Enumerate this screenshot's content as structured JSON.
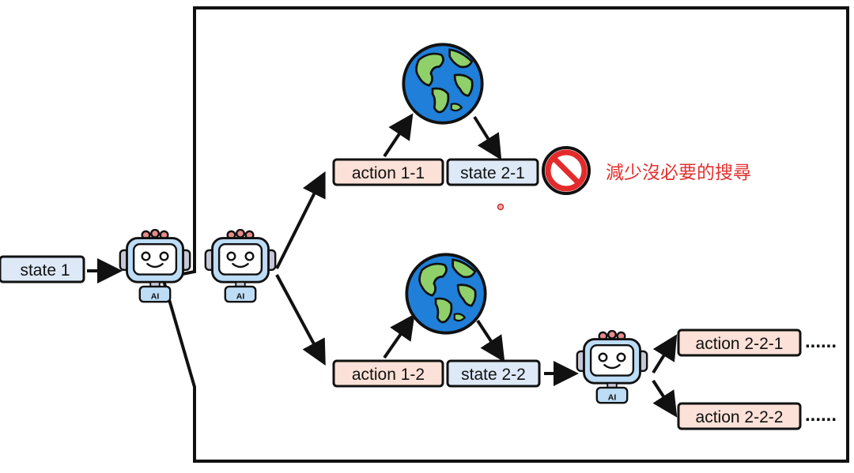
{
  "nodes": {
    "state_1": "state 1",
    "action_1_1": "action 1-1",
    "state_2_1": "state 2-1",
    "action_1_2": "action 1-2",
    "state_2_2": "state 2-2",
    "action_2_2_1": "action 2-2-1",
    "action_2_2_2": "action 2-2-2"
  },
  "note": "減少沒必要的搜尋",
  "ellipsis": "......",
  "robot_badge": "AI",
  "colors": {
    "state_fill": "#dde9f7",
    "action_fill": "#fbe1d7",
    "box_stroke": "#111111",
    "note_red": "#e0312f",
    "forbid_red": "#e32b2b",
    "robot_body": "#bddcf5",
    "robot_screen": "#ffffff",
    "robot_ear": "#c7c7d6",
    "robot_antenna": "#e88a8a",
    "ocean": "#1f7fd9",
    "land": "#8fd06a"
  },
  "icons": [
    "robot-icon",
    "globe-icon",
    "forbidden-icon"
  ]
}
